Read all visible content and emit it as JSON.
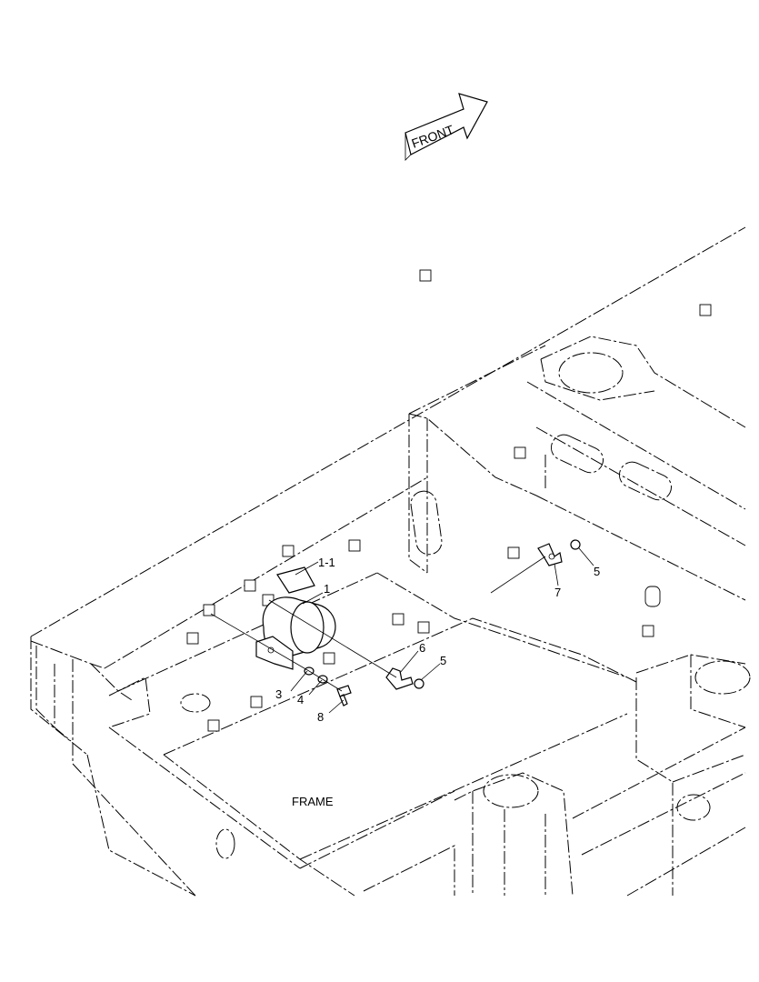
{
  "front_arrow": {
    "label": "FRONT"
  },
  "frame_label": "FRAME",
  "callouts": [
    {
      "id": "c1_1",
      "text": "1-1"
    },
    {
      "id": "c1",
      "text": "1"
    },
    {
      "id": "c3",
      "text": "3"
    },
    {
      "id": "c4",
      "text": "4"
    },
    {
      "id": "c8",
      "text": "8"
    },
    {
      "id": "c6",
      "text": "6"
    },
    {
      "id": "c5a",
      "text": "5"
    },
    {
      "id": "c5b",
      "text": "5"
    },
    {
      "id": "c7",
      "text": "7"
    }
  ]
}
